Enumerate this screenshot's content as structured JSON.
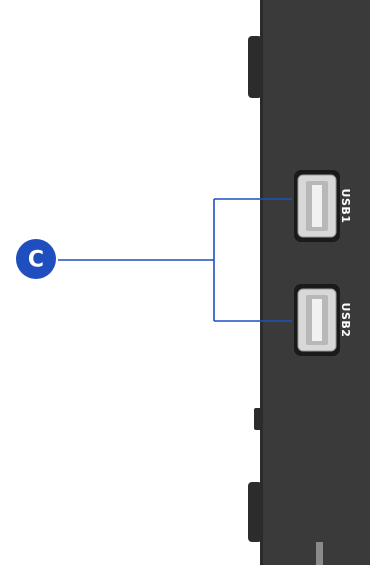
{
  "callout": {
    "letter": "C"
  },
  "ports": [
    {
      "label": "USB1"
    },
    {
      "label": "USB2"
    }
  ],
  "colors": {
    "device_body": "#3a3a3a",
    "device_edge": "#2a2a2a",
    "side_protrusion": "#2c2c2c",
    "leader_line": "#1f4fbf",
    "callout_fill": "#1f4fbf",
    "callout_text": "#ffffff",
    "port_label": "#ffffff",
    "port_housing": "#d8d8d8",
    "port_shadow": "#1a1a1a",
    "background": "#ffffff"
  }
}
